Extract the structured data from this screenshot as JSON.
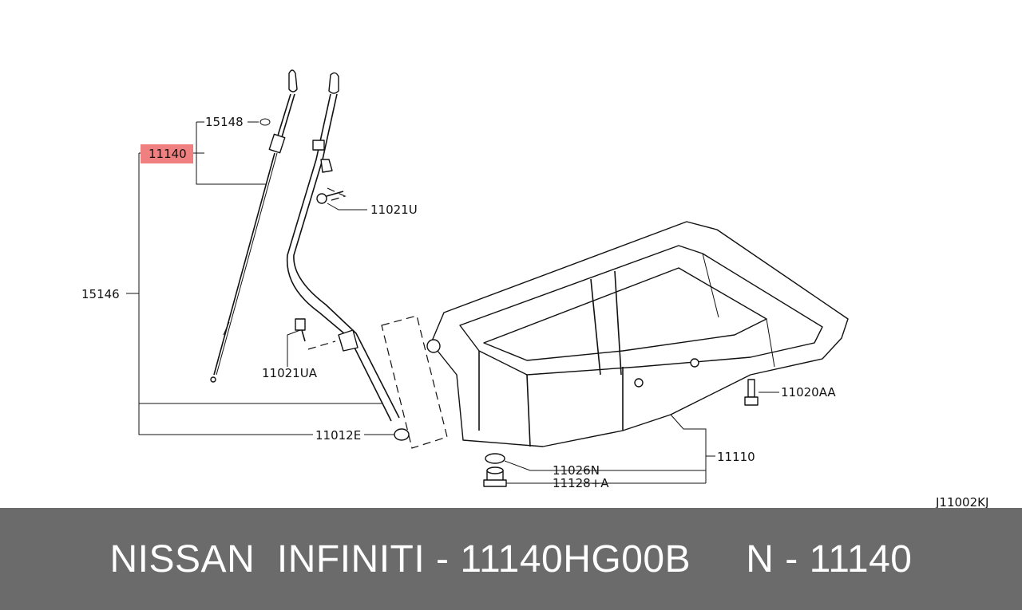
{
  "diagram": {
    "ref_code": "J11002KJ",
    "highlight_color": "#f08080",
    "parts": {
      "p15148": "15148",
      "p11140": "11140",
      "p11021U": "11021U",
      "p15146": "15146",
      "p11021UA": "11021UA",
      "p11012E": "11012E",
      "p11020AA": "11020AA",
      "p11110": "11110",
      "p11026N": "11026N",
      "p11128A": "11128+A"
    }
  },
  "footer": {
    "text": "NISSAN  INFINITI - 11140HG00B     N - 11140",
    "background": "#6b6b6b"
  }
}
